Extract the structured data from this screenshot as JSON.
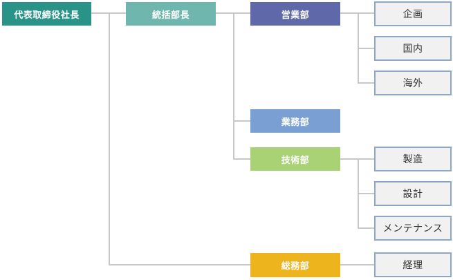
{
  "org_chart": {
    "root": {
      "label": "代表取締役社長",
      "color": "#2a9387"
    },
    "manager": {
      "label": "統括部長",
      "color": "#6fb7ae"
    },
    "departments": {
      "sales": {
        "label": "営業部",
        "color": "#5f68a8",
        "sections": [
          "企画",
          "国内",
          "海外"
        ]
      },
      "operations": {
        "label": "業務部",
        "color": "#7a9fd3"
      },
      "engineering": {
        "label": "技術部",
        "color": "#a8d274",
        "sections": [
          "製造",
          "設計",
          "メンテナンス"
        ]
      },
      "general_affairs": {
        "label": "総務部",
        "color": "#edb41e",
        "sections": [
          "経理"
        ]
      }
    },
    "connector_color": "#c8c8c8",
    "leaf_border_color": "#8ea7c6"
  }
}
